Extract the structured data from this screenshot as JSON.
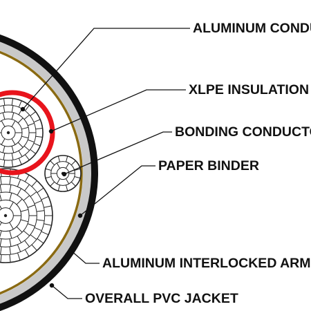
{
  "diagram": {
    "labels": {
      "conductor": "ALUMINUM CONDUCTOR",
      "insulation": "XLPE INSULATION",
      "bonding": "BONDING CONDUCTOR",
      "binder": "PAPER BINDER",
      "armor": "ALUMINUM INTERLOCKED ARMOR",
      "jacket": "OVERALL PVC JACKET"
    },
    "colors": {
      "jacket": "#111111",
      "armor": "#c9c9c9",
      "binder": "#8a6a12",
      "insulation": "#e8141c",
      "strands": "#222222",
      "leader": "#111111",
      "background": "#ffffff"
    }
  }
}
